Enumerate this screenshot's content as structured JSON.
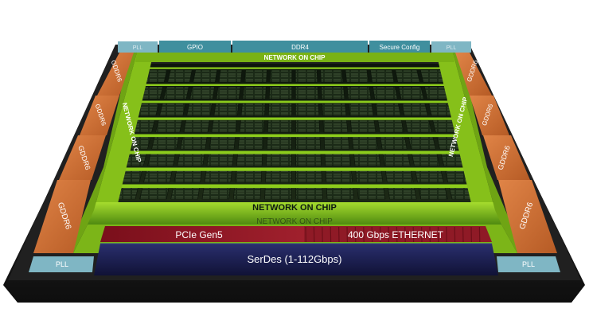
{
  "top_bar": {
    "gpio": "GPIO",
    "ddr4": "DDR4",
    "secure_config": "Secure Config",
    "pll_left": "PLL",
    "pll_right": "PLL"
  },
  "noc": {
    "top": "NETWORK ON CHIP",
    "left": "NETWORK ON CHIP",
    "right": "NETWORK ON CHIP",
    "bottom": "NETWORK ON CHIP",
    "bottom_reflection": "NETWORK ON CHIP"
  },
  "gddr6": {
    "left": [
      "GDDR6",
      "GDDR6",
      "GDDR6",
      "GDDR6"
    ],
    "right": [
      "GDDR6",
      "GDDR6",
      "GDDR6",
      "GDDR6"
    ]
  },
  "bottom": {
    "pcie": "PCIe Gen5",
    "ethernet": "400 Gbps ETHERNET",
    "serdes": "SerDes (1-112Gbps)",
    "pll_left": "PLL",
    "pll_right": "PLL"
  },
  "colors": {
    "noc_green": "#86c01a",
    "gddr_orange": "#d2743a",
    "top_blue": "#3f8f9e",
    "pcie_red": "#8a1420",
    "serdes_navy": "#1a1d52"
  }
}
